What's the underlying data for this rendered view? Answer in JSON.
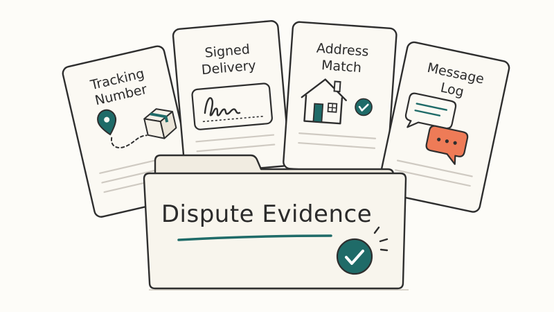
{
  "cards": [
    {
      "id": "tracking",
      "title_lines": [
        "Tracking",
        "Number"
      ],
      "icon": "package-route-icon"
    },
    {
      "id": "signed",
      "title_lines": [
        "Signed",
        "Delivery"
      ],
      "icon": "signature-icon"
    },
    {
      "id": "address",
      "title_lines": [
        "Address",
        "Match"
      ],
      "icon": "house-check-icon"
    },
    {
      "id": "message",
      "title_lines": [
        "Message",
        "Log"
      ],
      "icon": "chat-bubbles-icon"
    }
  ],
  "folder": {
    "title": "Dispute Evidence",
    "icon": "check-circle-icon"
  },
  "colors": {
    "accent_teal": "#1f6b68",
    "accent_orange": "#ee7b57",
    "ink": "#2e2e2e",
    "paper": "#fbf9f3",
    "folder": "#f8f5ed"
  }
}
